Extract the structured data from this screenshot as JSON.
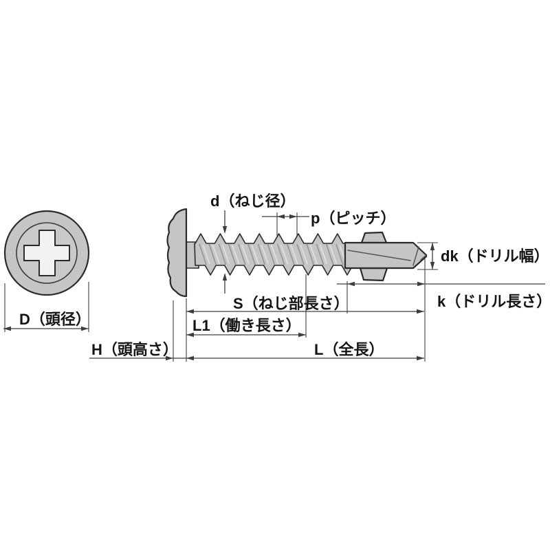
{
  "diagram": {
    "kind": "self-drilling-screw-dimension-diagram",
    "labels": {
      "thread_diameter": "d（ねじ径）",
      "pitch": "p（ピッチ）",
      "drill_width": "dk（ドリル幅）",
      "drill_length": "k（ドリル長さ）",
      "thread_length": "S（ねじ部長さ）",
      "working_length": "L1（働き長さ）",
      "total_length": "L（全長）",
      "head_diameter": "D（頭径）",
      "head_height": "H（頭高さ）"
    }
  },
  "colors": {
    "background": "#ffffff",
    "line": "#2a2a2a",
    "dim": "#3d3d3d",
    "fill_gray": "#c5c5c5",
    "fill_light": "#f2f2f2",
    "text": "#141414"
  }
}
